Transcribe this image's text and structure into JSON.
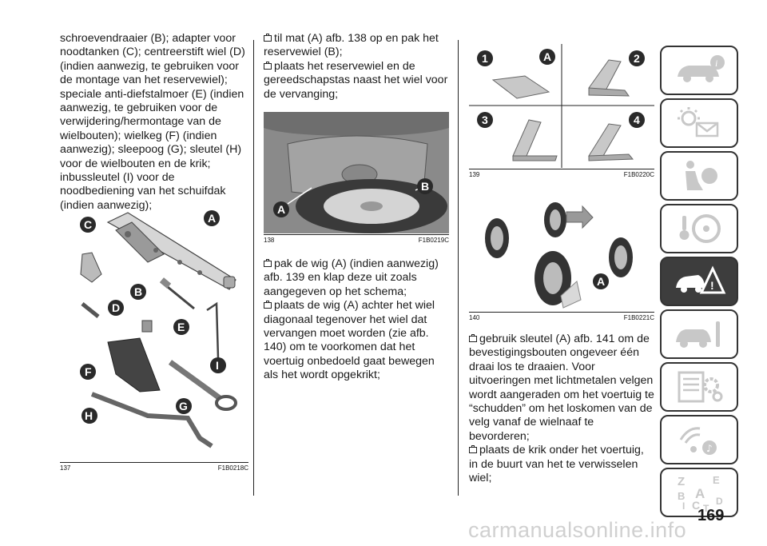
{
  "page": {
    "number": "169",
    "watermark": "carmanualsonline.info"
  },
  "column1": {
    "paragraph": "schroevendraaier (B); adapter voor noodtanken (C); centreerstift wiel (D) (indien aanwezig, te gebruiken voor de montage van het reservewiel); speciale anti-diefstalmoer (E) (indien aanwezig, te gebruiken voor de verwijdering/hermontage van de wielbouten); wielkeg (F) (indien aanwezig); sleepoog (G); sleutel (H) voor de wielbouten en de krik; inbussleutel (I) voor de noodbediening van het schuifdak (indien aanwezig);",
    "figure": {
      "number": "137",
      "code": "F1B0218C",
      "labels": [
        "A",
        "B",
        "C",
        "D",
        "E",
        "F",
        "G",
        "H",
        "I"
      ]
    }
  },
  "column2": {
    "bullets_top": [
      "til mat (A) afb. 138 op en pak het reservewiel (B);",
      "plaats het reservewiel en de gereedschapstas naast het wiel voor de vervanging;"
    ],
    "figure": {
      "number": "138",
      "code": "F1B0219C",
      "labels": [
        "A",
        "B"
      ]
    },
    "bullets_bottom": [
      "pak de wig (A) (indien aanwezig) afb. 139 en klap deze uit zoals aangegeven op het schema;",
      "plaats de wig (A) achter het wiel diagonaal tegenover het wiel dat vervangen moet worden (zie afb. 140) om te voorkomen dat het voertuig onbedoeld gaat bewegen als het wordt opgekrikt;"
    ]
  },
  "column3": {
    "figure139": {
      "number": "139",
      "code": "F1B0220C",
      "steps": [
        "1",
        "2",
        "3",
        "4"
      ],
      "label": "A"
    },
    "figure140": {
      "number": "140",
      "code": "F1B0221C",
      "label": "A"
    },
    "bullets": [
      "gebruik sleutel (A) afb. 141 om de bevestigingsbouten ongeveer één draai los te draaien. Voor uitvoeringen met lichtmetalen velgen wordt aangeraden om het voertuig te “schudden” om het loskomen van de velg vanaf de wielnaaf te bevorderen;",
      "plaats de krik onder het voertuig, in de buurt van het te verwisselen wiel;"
    ]
  },
  "sidebar": {
    "tabs": [
      {
        "icon": "car-info-icon"
      },
      {
        "icon": "warning-lights-icon"
      },
      {
        "icon": "safety-airbag-icon"
      },
      {
        "icon": "driving-steering-icon"
      },
      {
        "icon": "emergency-car-icon",
        "active": true
      },
      {
        "icon": "maintenance-car-icon"
      },
      {
        "icon": "technical-data-icon"
      },
      {
        "icon": "multimedia-icon"
      },
      {
        "icon": "index-icon"
      }
    ],
    "index_letters": [
      "Z",
      "E",
      "B",
      "A",
      "I",
      "C",
      "D",
      "T"
    ],
    "active_color": "#3d3d3d"
  }
}
